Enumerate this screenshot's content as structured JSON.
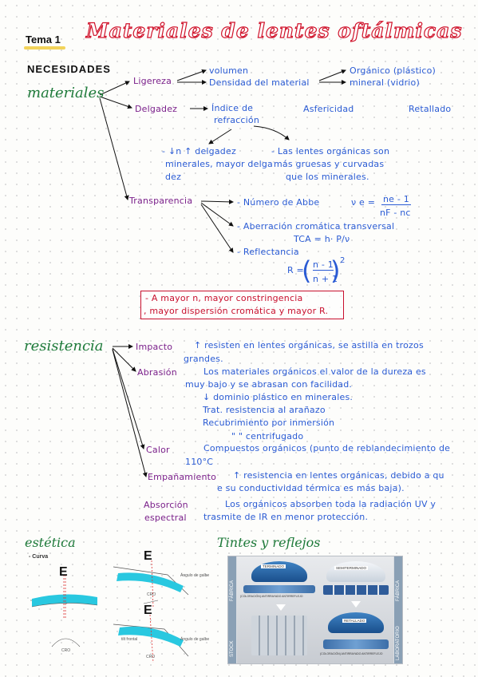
{
  "header": {
    "tema": "Tema 1",
    "title": "Materiales de lentes oftálmicas",
    "section": "NECESIDADES"
  },
  "materiales": {
    "heading": "materiales",
    "ligereza": {
      "label": "Ligereza",
      "volumen": "volumen",
      "densidad": "Densidad del material",
      "organico": "Orgánico (plástico)",
      "mineral": "mineral (vidrio)"
    },
    "delgadez": {
      "label": "Delgadez",
      "indice_line1": "Índice de",
      "indice_line2": "refracción",
      "asfericidad": "Asfericidad",
      "retallado": "Retallado",
      "left_note": [
        "- ↓n ↑ delgadez",
        "minerales, mayor delga",
        "dez"
      ],
      "right_note": [
        "- Las lentes orgánicas son",
        "más gruesas y curvadas",
        "que los minerales."
      ]
    },
    "transparencia": {
      "label": "Transparencia",
      "abbe": "- Número de Abbe",
      "abbe_formula_lhs": "ν e =",
      "abbe_formula_num": "ne - 1",
      "abbe_formula_den": "nF - nc",
      "aberracion": "- Aberración cromática transversal",
      "tca": "TCA = h· P/ν",
      "reflectancia": "- Reflectancia",
      "r_lhs": "R =",
      "r_num": "n - 1",
      "r_den": "n + 1",
      "r_exp": "2"
    },
    "red_note": [
      "- A mayor n, mayor constringencia",
      ", mayor dispersión cromática y mayor R."
    ]
  },
  "resistencia": {
    "heading": "resistencia",
    "impacto": {
      "label": "Impacto",
      "text": [
        "↑ resisten en lentes orgánicas, se astilla en trozos",
        "grandes."
      ]
    },
    "abrasion": {
      "label": "Abrasión",
      "text": [
        "Los materiales orgánicos el valor de la dureza es",
        "muy bajo y se abrasan con facilidad.",
        "↓ dominio plástico en minerales.",
        "Trat. resistencia al arañazo",
        "Recubrimiento por inmersión",
        "\"          \" centrifugado"
      ]
    },
    "calor": {
      "label": "Calor",
      "text": [
        "Compuestos orgánicos (punto de reblandecimiento de",
        "110°C"
      ]
    },
    "empanamiento": {
      "label": "Empañamiento",
      "text": [
        "↑ resistencia en lentes orgánicas, debido a qu",
        "e su conductividad térmica es más baja)."
      ]
    },
    "absorcion": {
      "label_line1": "Absorción",
      "label_line2": "espectral",
      "text": [
        "Los orgánicos absorben toda la radiación UV y",
        "trasmite de IR en menor protección."
      ]
    }
  },
  "estetica": {
    "heading": "estética",
    "curva_label": "- Curva",
    "letter_e": "E",
    "angulo_galbe": "Ángulo de galbe",
    "tilt_label": "tilt frontal",
    "cro": "CRO"
  },
  "tintes": {
    "heading": "Tintes y reflejos",
    "terminado": "TERMINADO",
    "semiterminado": "SEMITERMINADO",
    "retallado": "RETALLADO",
    "fabrica": "FÁBRICA",
    "stock": "STOCK",
    "laboratorio": "LABORATORIO",
    "row_labels": "(COLORACIÓN) ANTIRRAYADO ANTIRREFLEJO"
  },
  "colors": {
    "blue": "#2a5bd4",
    "purple": "#7a1f8a",
    "green": "#1e7a3a",
    "red": "#c8102e",
    "highlight": "#f2d35a"
  }
}
